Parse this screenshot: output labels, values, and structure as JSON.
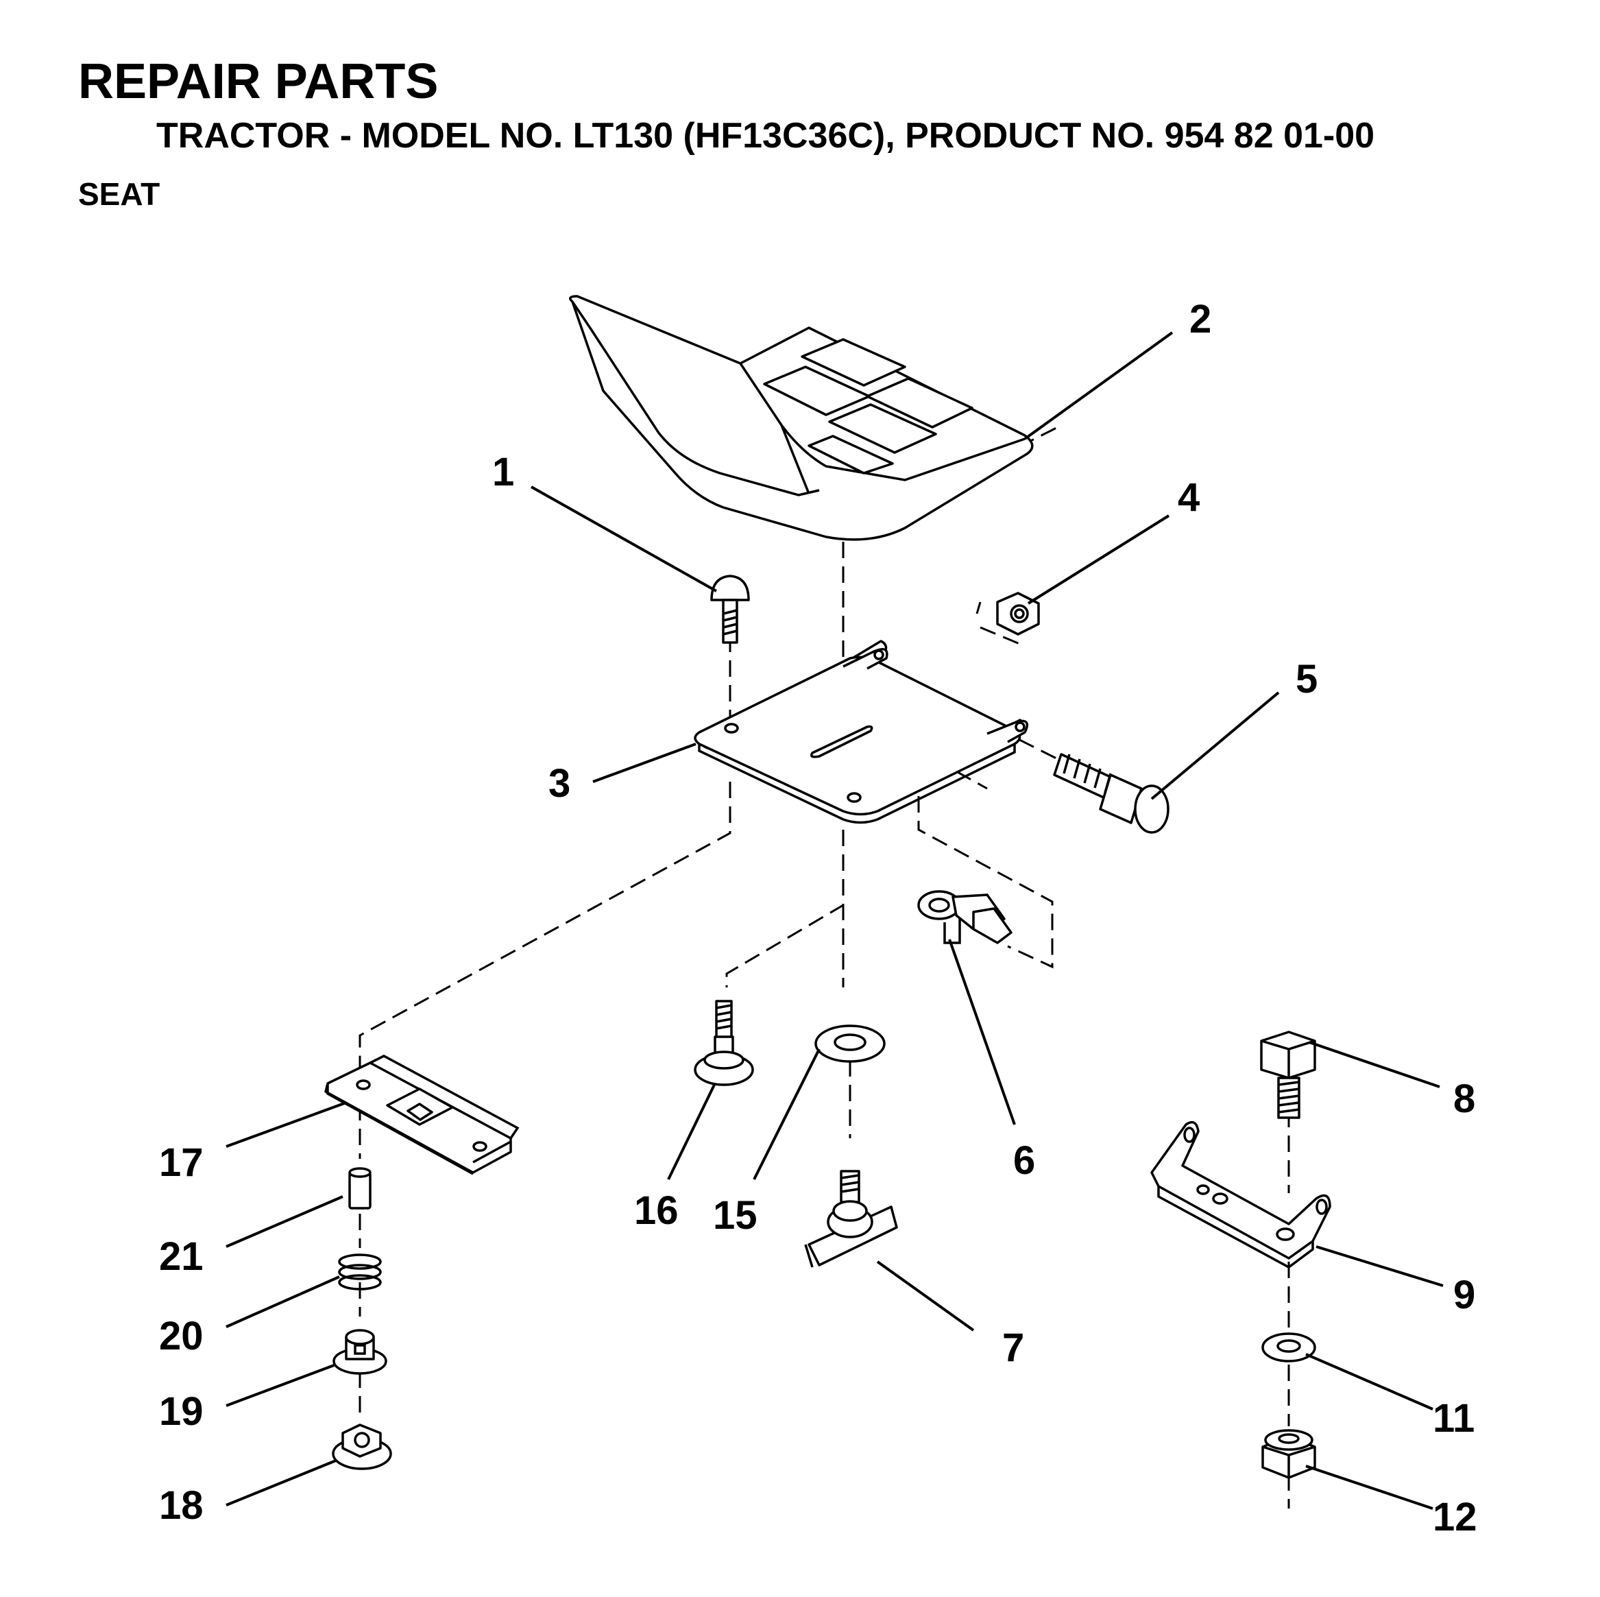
{
  "header": {
    "title": "REPAIR PARTS",
    "subtitle": "TRACTOR - MODEL NO. LT130 (HF13C36C), PRODUCT NO. 954 82 01-00",
    "section": "SEAT"
  },
  "callouts": {
    "c1": "1",
    "c2": "2",
    "c3": "3",
    "c4": "4",
    "c5": "5",
    "c6": "6",
    "c7": "7",
    "c8": "8",
    "c9": "9",
    "c11": "11",
    "c12": "12",
    "c15": "15",
    "c16": "16",
    "c17": "17",
    "c18": "18",
    "c19": "19",
    "c20": "20",
    "c21": "21"
  }
}
